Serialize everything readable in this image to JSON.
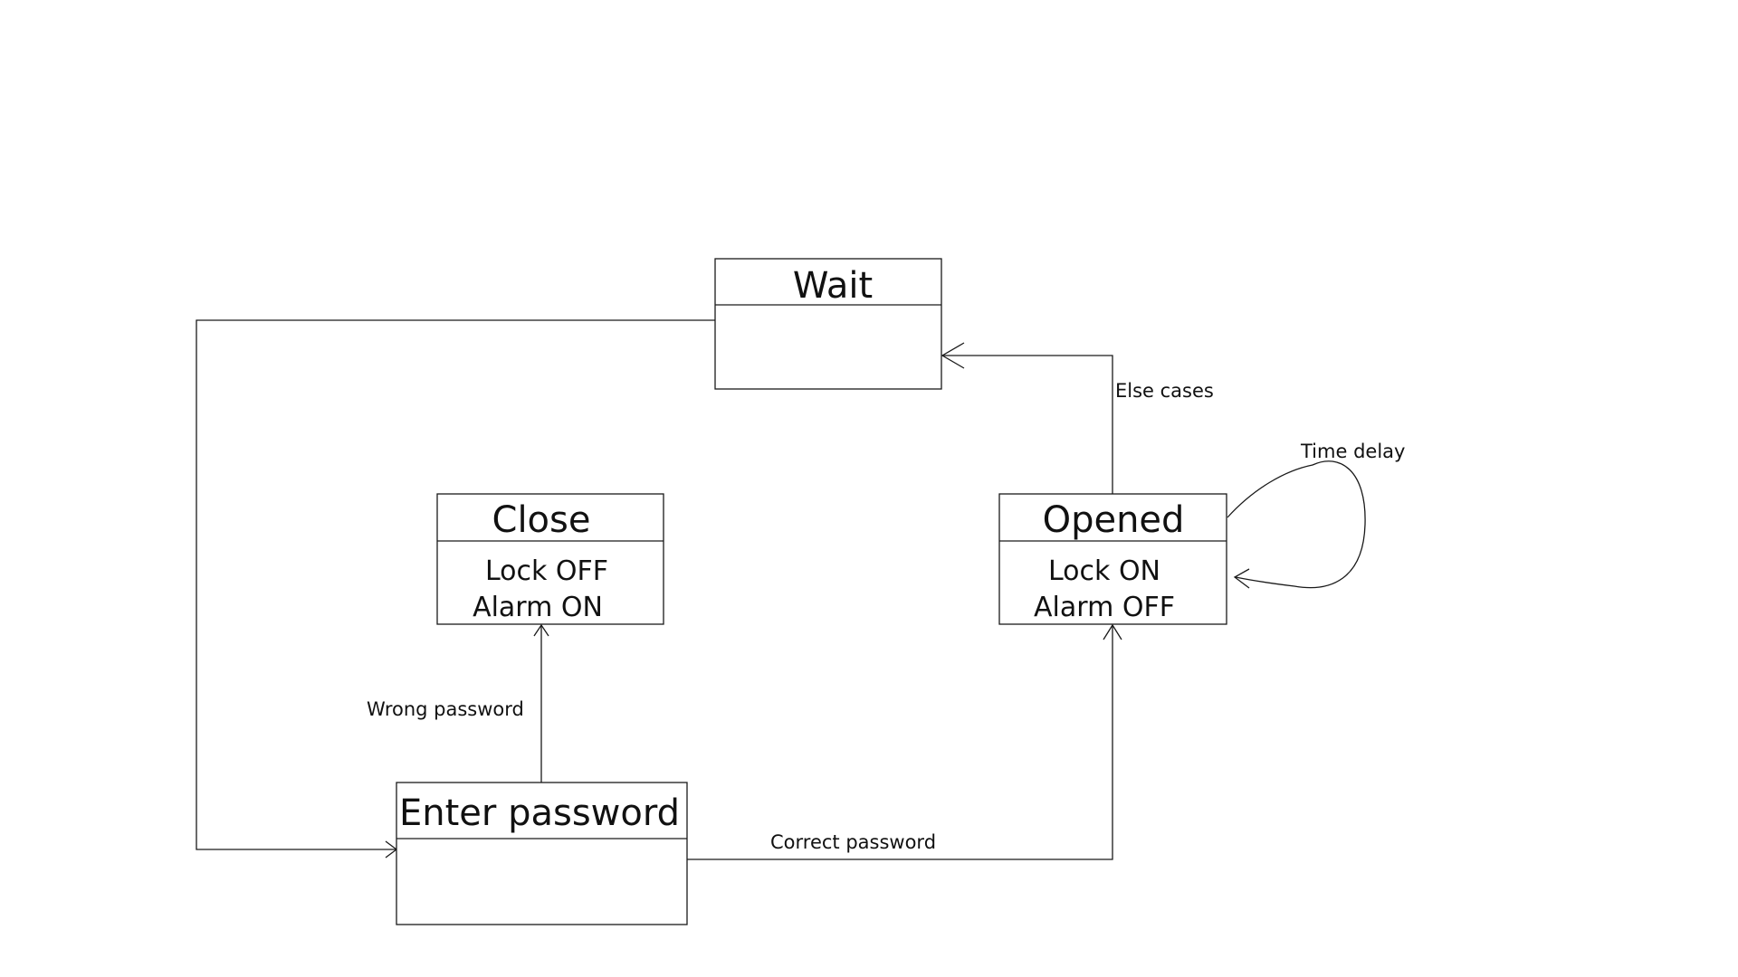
{
  "states": {
    "wait": {
      "title": "Wait",
      "actions": []
    },
    "close": {
      "title": "Close",
      "actions": [
        "Lock OFF",
        "Alarm ON"
      ]
    },
    "opened": {
      "title": "Opened",
      "actions": [
        "Lock ON",
        "Alarm OFF"
      ]
    },
    "enter_password": {
      "title": "Enter password",
      "actions": []
    }
  },
  "transitions": {
    "wait_to_enter": {
      "label": ""
    },
    "enter_to_close": {
      "label": "Wrong password"
    },
    "enter_to_opened": {
      "label": "Correct password"
    },
    "opened_to_wait": {
      "label": "Else cases"
    },
    "opened_self": {
      "label": "Time delay"
    }
  },
  "colors": {
    "line": "#1a1a1a",
    "text": "#111111",
    "background": "#ffffff"
  }
}
